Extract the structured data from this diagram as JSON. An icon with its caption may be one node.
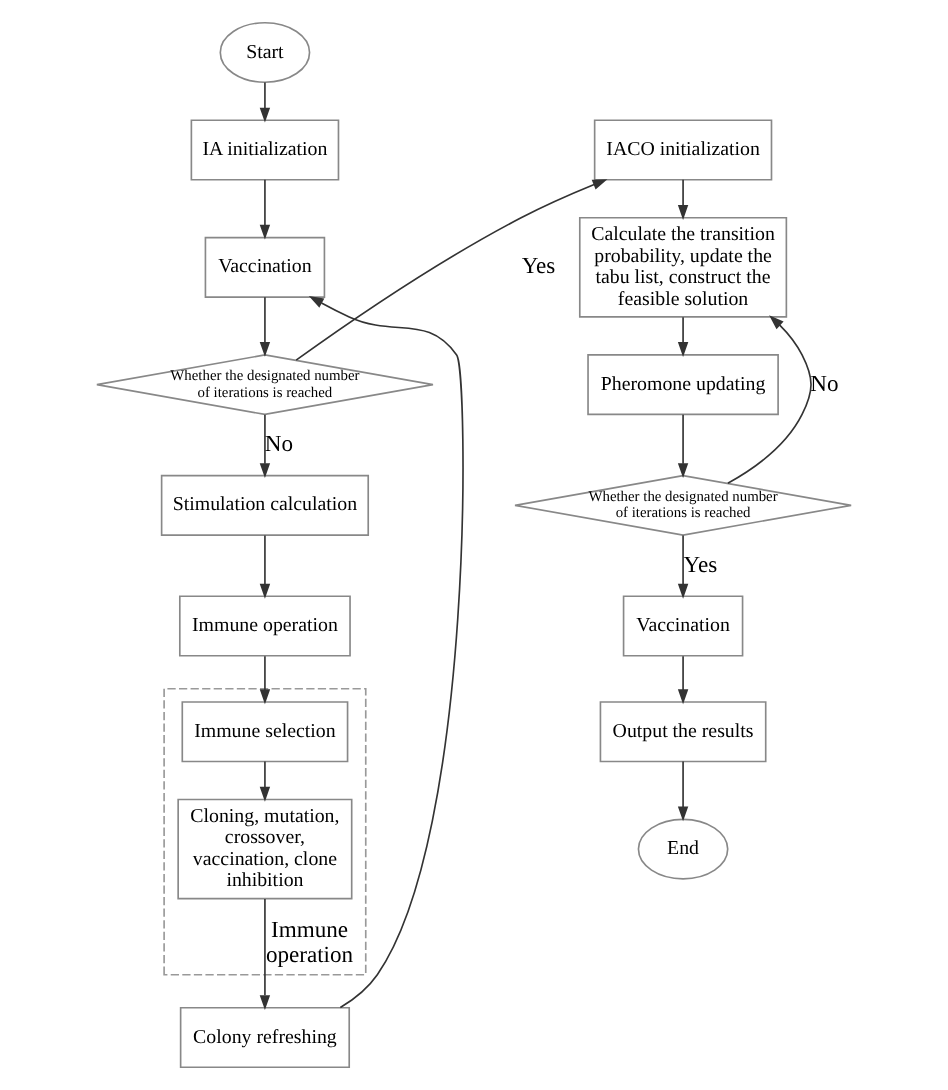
{
  "diagram": {
    "nodes": [
      {
        "text": [
          "Start"
        ]
      },
      {
        "text": [
          "IA initialization"
        ]
      },
      {
        "text": [
          "Vaccination"
        ]
      },
      {
        "text": [
          "Whether the designated number of iterations is reached"
        ]
      },
      {
        "text": [
          "Stimulation calculation"
        ]
      },
      {
        "text": [
          "Immune operation"
        ]
      },
      {
        "text": [
          "Immune operation"
        ]
      },
      {
        "text": [
          "Immune selection"
        ],
        "in": 6
      },
      {
        "text": [
          "Cloning, mutation, crossover, vaccination, clone inhibition"
        ],
        "in": 6
      },
      {
        "text": [
          "Colony refreshing"
        ]
      },
      {
        "text": [
          "IACO initialization"
        ]
      },
      {
        "text": [
          "Calculate the transition probability, update the tabu list, construct the feasible solution"
        ]
      },
      {
        "text": [
          "Pheromone updating"
        ]
      },
      {
        "text": [
          "Whether the designated number of iterations is reached"
        ]
      },
      {
        "text": [
          "Vaccination"
        ]
      },
      {
        "text": [
          "Output the results"
        ]
      },
      {
        "text": [
          "End"
        ]
      }
    ],
    "edges": [
      {
        "from": 0,
        "to": 1,
        "arrow": "to"
      },
      {
        "from": 1,
        "to": 2,
        "arrow": "to"
      },
      {
        "from": 2,
        "to": 3,
        "arrow": "to"
      },
      {
        "from": 3,
        "to": 10,
        "arrow": "to",
        "label": "Yes"
      },
      {
        "from": 3,
        "to": 4,
        "arrow": "to",
        "label": "No"
      },
      {
        "from": 4,
        "to": 5,
        "arrow": "to"
      },
      {
        "from": 5,
        "to": 7,
        "arrow": "to"
      },
      {
        "from": 7,
        "to": 8,
        "arrow": "to"
      },
      {
        "from": 8,
        "to": 9,
        "arrow": "to"
      },
      {
        "from": 9,
        "to": 2,
        "arrow": "to"
      },
      {
        "from": 10,
        "to": 11,
        "arrow": "to"
      },
      {
        "from": 11,
        "to": 12,
        "arrow": "to"
      },
      {
        "from": 12,
        "to": 13,
        "arrow": "to"
      },
      {
        "from": 13,
        "to": 11,
        "arrow": "to",
        "label": "No"
      },
      {
        "from": 13,
        "to": 14,
        "arrow": "to",
        "label": "Yes"
      },
      {
        "from": 14,
        "to": 15,
        "arrow": "to"
      },
      {
        "from": 15,
        "to": 16,
        "arrow": "to"
      }
    ]
  }
}
